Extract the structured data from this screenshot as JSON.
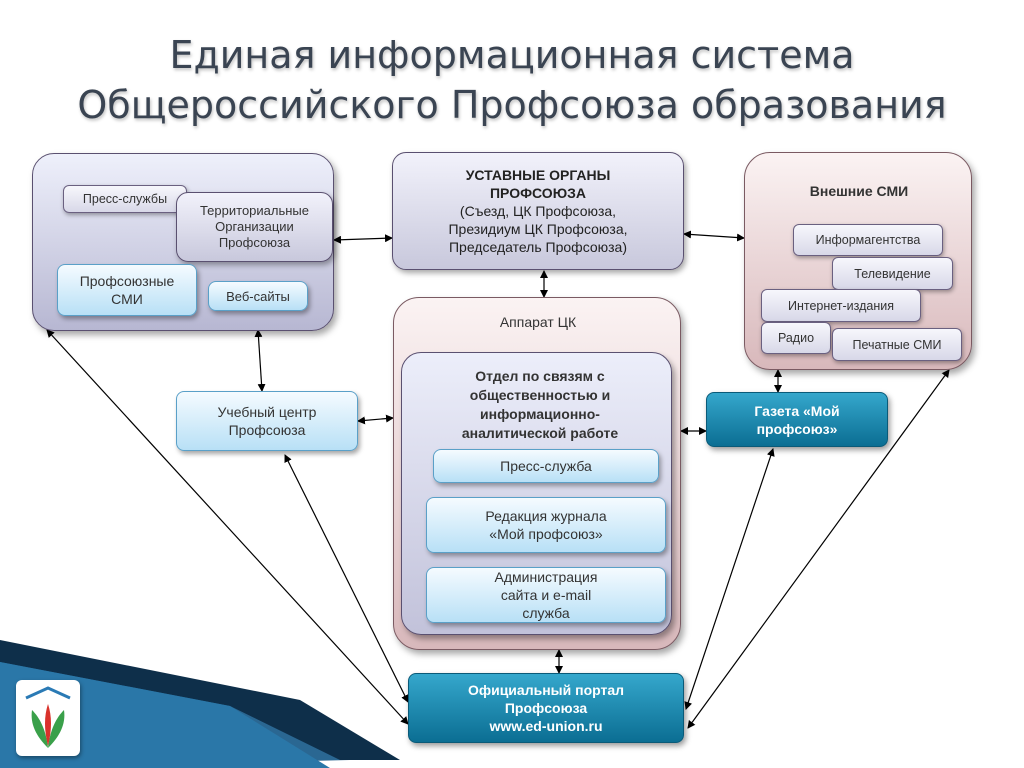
{
  "title": {
    "line1": "Единая информационная система",
    "line2": "Общероссийского Профсоюза образования"
  },
  "left_group": {
    "press": "Пресс-службы",
    "territorial": "Территориальные Организации Профсоюза",
    "media": "Профсоюзные СМИ",
    "websites": "Веб-сайты"
  },
  "statutory": {
    "heading": "УСТАВНЫЕ ОРГАНЫ ПРОФСОЮЗА",
    "detail": "(Съезд, ЦК Профсоюза, Президиум ЦК Профсоюза, Председатель Профсоюза)"
  },
  "external_media": {
    "heading": "Внешние СМИ",
    "agencies": "Информагентства",
    "tv": "Телевидение",
    "internet": "Интернет-издания",
    "radio": "Радио",
    "print": "Печатные СМИ"
  },
  "apparatus": {
    "heading": "Аппарат ЦК",
    "department": "Отдел по связям с общественностью и информационно-аналитической работе",
    "press": "Пресс-служба",
    "journal": "Редакция журнала «Мой профсоюз»",
    "site_admin": "Администрация сайта и e-mail служба"
  },
  "training_center": "Учебный центр Профсоюза",
  "newspaper": "Газета «Мой профсоюз»",
  "portal": {
    "line1": "Официальный портал",
    "line2": "Профсоюза",
    "url": "www.ed-union.ru"
  },
  "colors": {
    "accent_teal": "#0b6e93",
    "frame_lavender": "#b7b7d2",
    "frame_pink": "#d8b8bb"
  }
}
